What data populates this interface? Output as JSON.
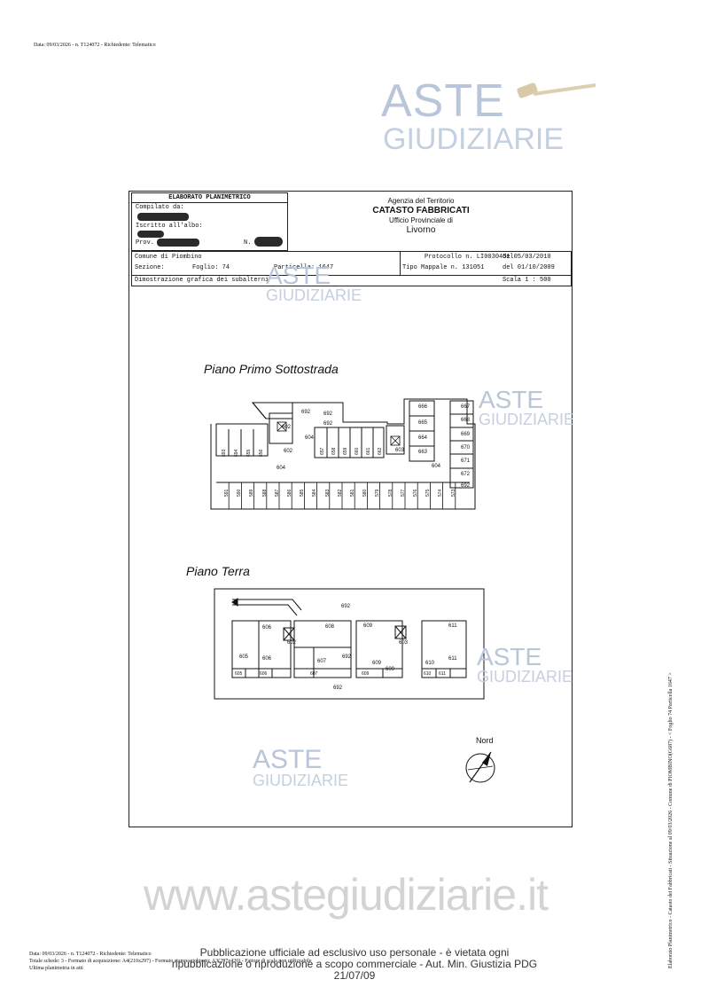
{
  "top_header": "Data: 09/03/2026 - n. T124072 - Richiedente: Telematico",
  "watermark": {
    "aste": "ASTE",
    "giudiziarie": "GIUDIZIARIE"
  },
  "form": {
    "box_title": "ELABORATO PLANIMETRICO",
    "compilato": "Compilato da:",
    "iscritto": "Iscritto all'albo:",
    "prov": "Prov.",
    "n_label": "N.",
    "agency": "Agenzia del Territorio",
    "catasto": "CATASTO FABBRICATI",
    "ufficio": "Ufficio Provinciale di",
    "city": "Livorno",
    "comune": "Comune di Piombino",
    "sezione": "Sezione:",
    "foglio": "Foglio: 74",
    "particella": "Particella: 1647",
    "protocollo": "Protocollo n. LI0030451",
    "protocollo_date": "del05/03/2010",
    "tipo_mappale": "Tipo Mappale n. 131051",
    "tipo_date": "del 01/10/2009",
    "dimostrazione": "Dimostrazione grafica dei subalterni",
    "scala": "Scala 1 : 500"
  },
  "floors": {
    "basement_title": "Piano Primo Sottostrada",
    "ground_title": "Piano Terra",
    "north": "Nord"
  },
  "basement_rooms": {
    "top_labels": [
      "692",
      "692",
      "692",
      "604",
      "602",
      "602",
      "603",
      "604",
      "604"
    ],
    "left_cols": [
      "693",
      "694",
      "655",
      "656"
    ],
    "mid_cols": [
      "657",
      "658",
      "659",
      "660",
      "661",
      "662"
    ],
    "right_rooms": [
      "666",
      "665",
      "664",
      "663"
    ],
    "east_rooms": [
      "667",
      "668",
      "669",
      "670",
      "671",
      "672",
      "692"
    ],
    "bottom_row": [
      "591",
      "590",
      "589",
      "588",
      "587",
      "586",
      "585",
      "584",
      "583",
      "582",
      "581",
      "580",
      "579",
      "578",
      "577",
      "576",
      "575",
      "574",
      "573"
    ]
  },
  "ground_rooms": {
    "labels": [
      "692",
      "692",
      "692",
      "692",
      "606",
      "605",
      "606",
      "602",
      "608",
      "607",
      "609",
      "603",
      "609",
      "609",
      "611",
      "611",
      "610"
    ],
    "small": [
      "605",
      "606",
      "607",
      "609",
      "610",
      "611"
    ]
  },
  "site_url": "www.astegiudiziarie.it",
  "footer_left": [
    "Data: 09/03/2026 - n. T124072 - Richiedente: Telematico",
    "Totale schede: 3 - Formato di acquisizione: A4(210x297) - Formato stampa richiesto: A3(297x420) - Fattore di scala non utilizzabile",
    "Ultima planimetria in atti"
  ],
  "footer_notice_1": "Pubblicazione ufficiale ad esclusivo uso personale - è vietata ogni",
  "footer_notice_2": "ripubblicazione o riproduzione a scopo commerciale - Aut. Min. Giustizia PDG 21/07/09",
  "side_text": "Elaborato Planimetrico - Catasto dei Fabbricati - Situazione al 09/03/2026 - Comune di PIOMBINO(G687) - < Foglio 74 Particella 1647 >"
}
